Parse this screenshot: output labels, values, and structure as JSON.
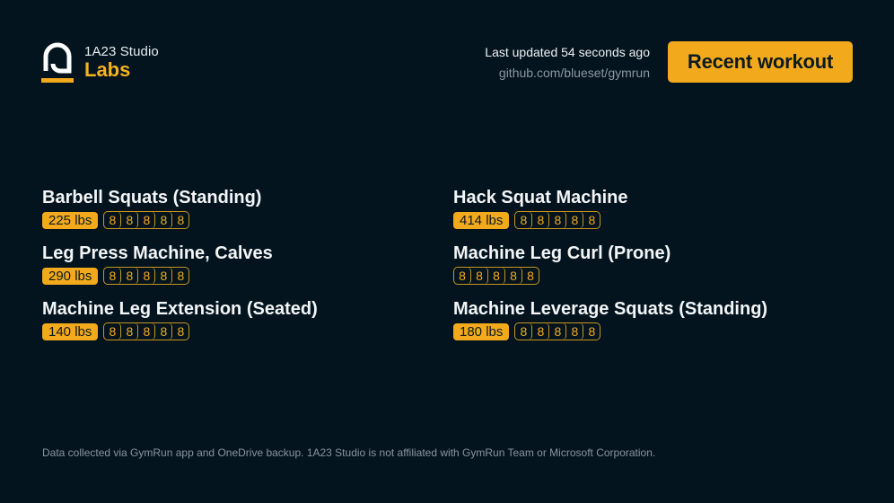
{
  "brand": {
    "studio": "1A23 Studio",
    "product": "Labs",
    "accent_color": "#f2aa1c"
  },
  "header": {
    "last_updated": "Last updated 54 seconds ago",
    "repo": "github.com/blueset/gymrun",
    "recent_workout_label": "Recent workout"
  },
  "exercises": [
    {
      "name": "Barbell Squats (Standing)",
      "weight": "225 lbs",
      "reps": [
        "8",
        "8",
        "8",
        "8",
        "8"
      ]
    },
    {
      "name": "Hack Squat Machine",
      "weight": "414 lbs",
      "reps": [
        "8",
        "8",
        "8",
        "8",
        "8"
      ]
    },
    {
      "name": "Leg Press Machine, Calves",
      "weight": "290 lbs",
      "reps": [
        "8",
        "8",
        "8",
        "8",
        "8"
      ]
    },
    {
      "name": "Machine Leg Curl (Prone)",
      "weight": null,
      "reps": [
        "8",
        "8",
        "8",
        "8",
        "8"
      ]
    },
    {
      "name": "Machine Leg Extension (Seated)",
      "weight": "140 lbs",
      "reps": [
        "8",
        "8",
        "8",
        "8",
        "8"
      ]
    },
    {
      "name": "Machine Leverage Squats (Standing)",
      "weight": "180 lbs",
      "reps": [
        "8",
        "8",
        "8",
        "8",
        "8"
      ]
    }
  ],
  "footer": {
    "disclaimer": "Data collected via GymRun app and OneDrive backup. 1A23 Studio is not affiliated with GymRun Team or Microsoft Corporation."
  }
}
